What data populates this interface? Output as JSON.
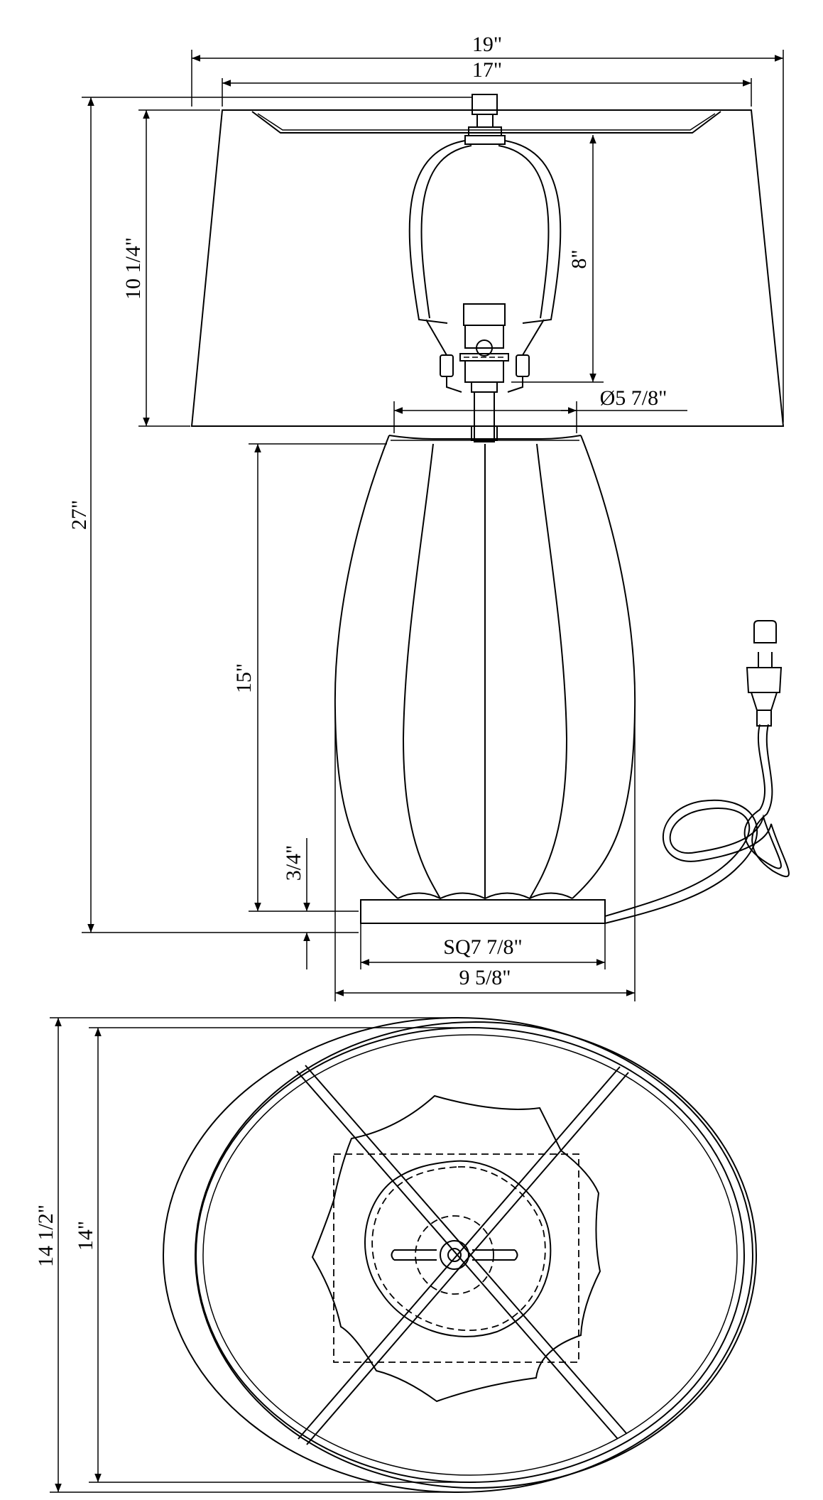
{
  "dimensions": {
    "overall_shade_width": "19\"",
    "shade_top_width": "17\"",
    "shade_height": "10 1/4\"",
    "harp_height": "8\"",
    "body_diameter": "Ø5 7/8\"",
    "overall_height": "27\"",
    "body_height": "15\"",
    "base_height": "3/4\"",
    "base_square": "SQ7 7/8\"",
    "body_width": "9 5/8\"",
    "shade_outer_depth": "14 1/2\"",
    "shade_inner_depth": "14\""
  }
}
